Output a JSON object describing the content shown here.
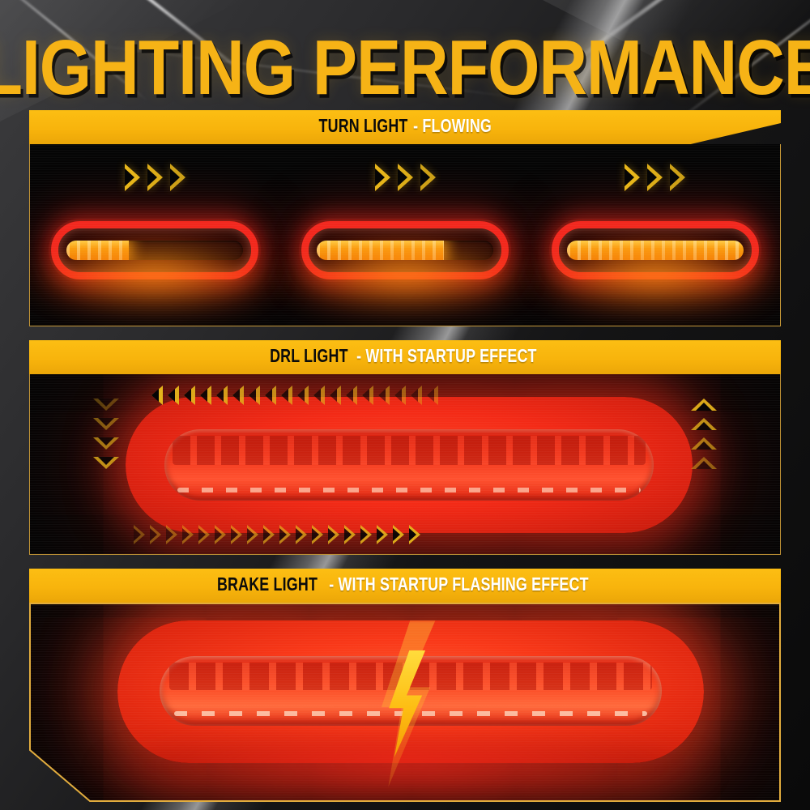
{
  "page": {
    "title": "LIGHTING PERFORMANCE",
    "accent_yellow": "#F6B316",
    "banner_yellow": "#FBBA10",
    "led_red": "#F2281E",
    "led_amber": "#FBA310",
    "background": "#0a0a0a"
  },
  "sections": [
    {
      "id": "turn-light",
      "label_dark": "TURN LIGHT",
      "label_light": " - FLOWING",
      "lamp_state": "sequential-amber",
      "frames": [
        {
          "fill_percent": 35,
          "chevron_count": 3,
          "chevron_direction": "right"
        },
        {
          "fill_percent": 72,
          "chevron_count": 3,
          "chevron_direction": "right"
        },
        {
          "fill_percent": 100,
          "chevron_count": 3,
          "chevron_direction": "right"
        }
      ]
    },
    {
      "id": "drl-light",
      "label_dark": "DRL LIGHT",
      "label_light": " - WITH STARTUP EFFECT",
      "lamp_state": "full-red-glow",
      "flow": {
        "top_direction": "left",
        "bottom_direction": "right",
        "left_direction": "down",
        "right_direction": "up",
        "top_count": 18,
        "bottom_count": 18,
        "side_count": 4
      }
    },
    {
      "id": "brake-light",
      "label_dark": "BRAKE LIGHT",
      "label_light": " - WITH STARTUP FLASHING EFFECT",
      "lamp_state": "full-bright-red",
      "icon": "lightning-bolt-icon"
    }
  ]
}
